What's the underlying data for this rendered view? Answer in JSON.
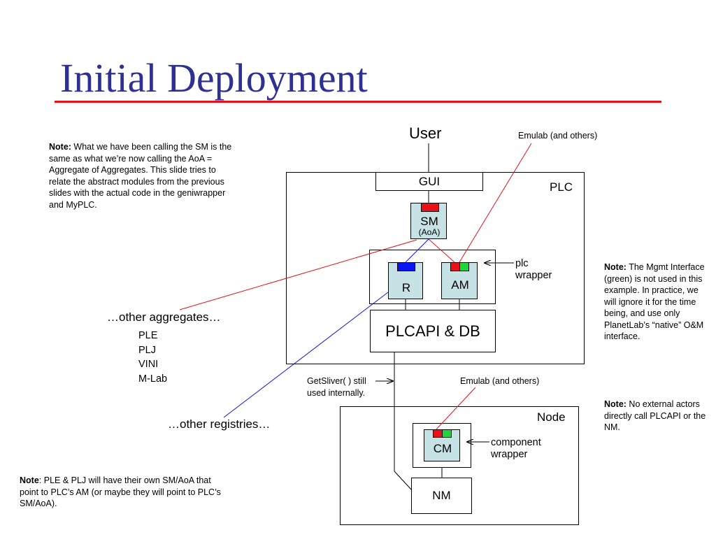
{
  "title": "Initial Deployment",
  "notes": {
    "sm_note": {
      "bold": "Note:",
      "text": " What we have been calling the SM is the same as what we’re now calling the AoA = Aggregate of Aggregates. This slide tries to relate the abstract modules from the previous slides with the actual code in the geniwrapper and MyPLC."
    },
    "mgmt_note": {
      "bold": "Note:",
      "text": " The Mgmt Interface (green) is not used in this example. In practice, we will ignore it for the time being, and use only PlanetLab’s “native” O&M interface."
    },
    "external_note": {
      "bold": "Note:",
      "text": " No external actors directly call PLCAPI or the NM."
    },
    "ple_note": {
      "bold": "Note",
      "text": ": PLE & PLJ will have their own SM/AoA that point to PLC’s AM (or maybe they will point to PLC’s SM/AoA)."
    }
  },
  "labels": {
    "user": "User",
    "emulab_top": "Emulab (and others)",
    "emulab_mid": "Emulab (and others)",
    "gui": "GUI",
    "plc": "PLC",
    "sm": "SM",
    "aoa": "(AoA)",
    "r": "R",
    "am": "AM",
    "plc_wrapper_1": "plc",
    "plc_wrapper_2": "wrapper",
    "plcapi": "PLCAPI & DB",
    "other_aggregates": "…other aggregates…",
    "aggregates": [
      "PLE",
      "PLJ",
      "VINI",
      "M-Lab"
    ],
    "other_registries": "…other registries…",
    "getsliver_1": "GetSliver( ) still",
    "getsliver_2": "used internally.",
    "node": "Node",
    "cm": "CM",
    "component_wrapper_1": "component",
    "component_wrapper_2": "wrapper",
    "nm": "NM"
  },
  "colors": {
    "title": "#2E3192",
    "rule": "#E8111A",
    "module_fill": "#C6E2E4",
    "red_port": "#E8111A",
    "green_port": "#22D33B",
    "blue_port": "#0A14F0",
    "red_line": "#E8111A",
    "blue_line": "#0A14F0"
  }
}
